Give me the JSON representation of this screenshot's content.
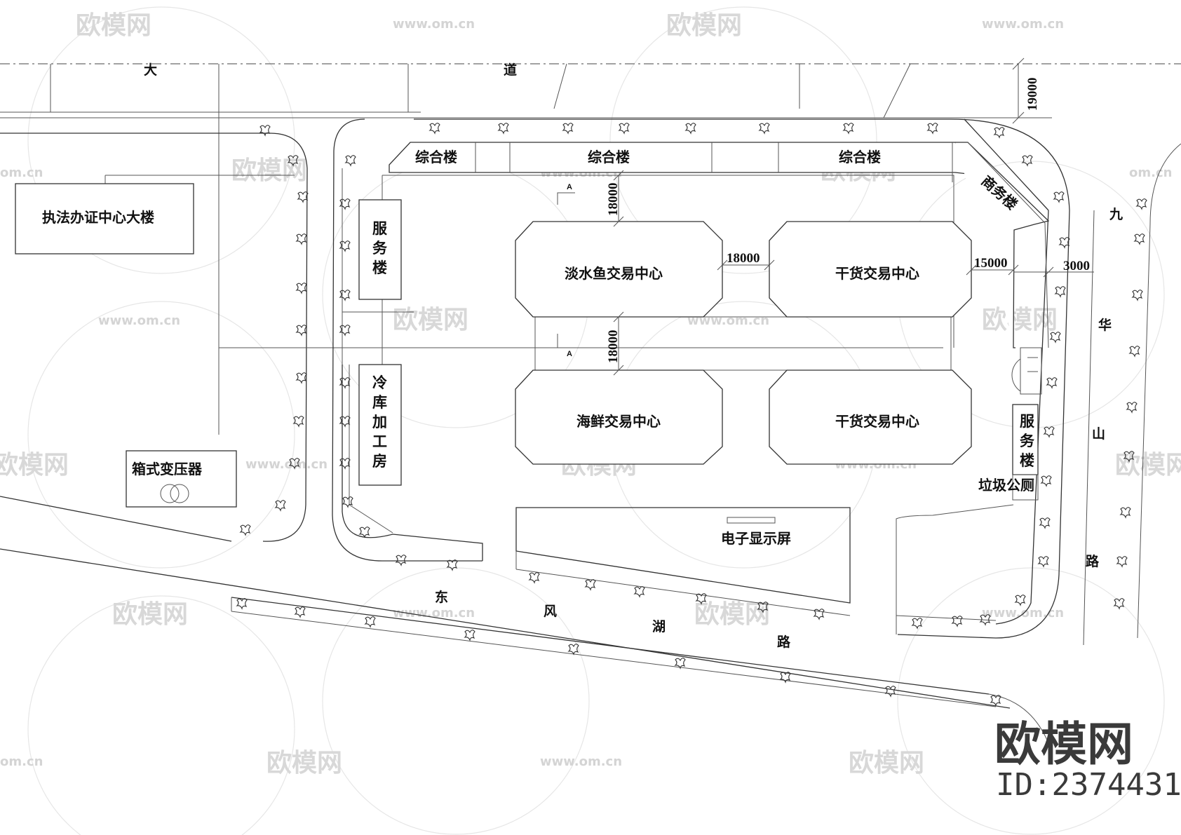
{
  "drawing": {
    "buildings": {
      "law_enforcement_center": "执法办证中心大楼",
      "complex_1": "综合楼",
      "complex_2": "综合楼",
      "complex_3": "综合楼",
      "commerce": "商务楼",
      "service_left": [
        "服",
        "务",
        "楼"
      ],
      "cold_storage": [
        "冷",
        "库",
        "加",
        "工",
        "房"
      ],
      "transformer": "箱式变压器",
      "freshwater_fish": "淡水鱼交易中心",
      "dry_goods_1": "干货交易中心",
      "seafood": "海鲜交易中心",
      "dry_goods_2": "干货交易中心",
      "service_right": [
        "服",
        "务",
        "楼"
      ],
      "toilet": "垃圾公厕",
      "display_screen": "电子显示屏"
    },
    "dimensions": {
      "north_setback": "19000",
      "gap_top": "18000",
      "gap_between": "18000",
      "gap_middle": "18000",
      "east_setback": "15000",
      "east_road": "3000"
    },
    "section_markers": [
      "A",
      "A"
    ],
    "roads": {
      "south": [
        "东",
        "风",
        "湖",
        "路"
      ],
      "east": [
        "九",
        "华",
        "山",
        "路"
      ],
      "north_partial": [
        "大",
        "道"
      ]
    }
  },
  "watermark": {
    "brand": "欧模网",
    "url": "www.om.cn",
    "short_url": "om.cn",
    "corner_brand": "欧模网",
    "corner_id": "ID:2374431"
  }
}
